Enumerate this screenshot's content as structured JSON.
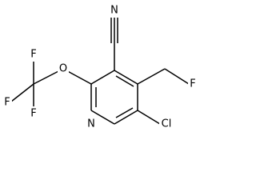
{
  "structure": {
    "atoms": {
      "N_triple": "N",
      "N_ring": "N",
      "O": "O",
      "F_top": "F",
      "F_left": "F",
      "F_bottom": "F",
      "F_ch2": "F",
      "Cl": "Cl"
    },
    "colors": {
      "bond": "#000000",
      "label": "#000000",
      "background": "#ffffff"
    }
  }
}
